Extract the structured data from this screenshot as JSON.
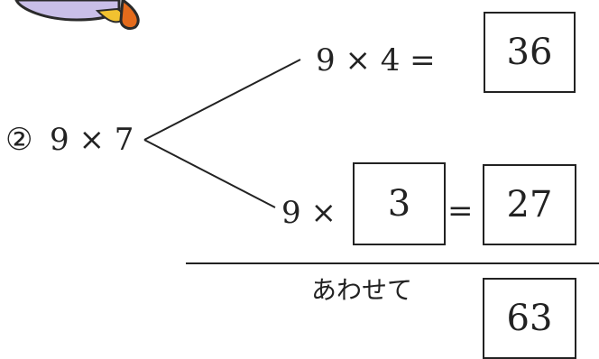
{
  "problem": {
    "number": "②",
    "expression": "9 × 7"
  },
  "branch_top": {
    "expression": "9 × 4 =",
    "answer": "36"
  },
  "branch_bottom": {
    "prefix": "9 ×",
    "blank": "3",
    "equals": "=",
    "answer": "27"
  },
  "total": {
    "label": "あわせて",
    "answer": "63"
  }
}
